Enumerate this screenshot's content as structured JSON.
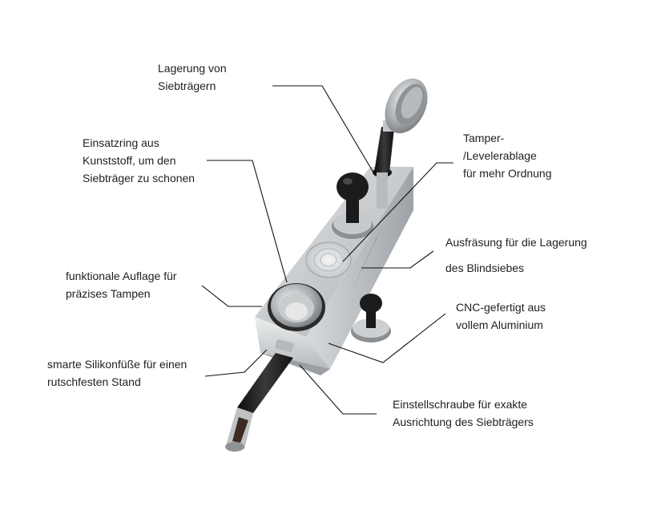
{
  "annotations": [
    {
      "id": "storage-portafilter",
      "lines": [
        "Lagerung von",
        "Siebträgern"
      ]
    },
    {
      "id": "insert-ring",
      "lines": [
        "Einsatzring aus",
        "Kunststoff, um den",
        "Siebträger zu schonen"
      ]
    },
    {
      "id": "tamper-tray",
      "lines": [
        "Tamper-",
        "/Levelerablage",
        "für mehr Ordnung"
      ]
    },
    {
      "id": "blind-basket-slot",
      "lines": [
        "Ausfräsung für die Lagerung",
        "des Blindsiebes"
      ]
    },
    {
      "id": "tamping-support",
      "lines": [
        "funktionale Auflage für",
        "präzises Tampen"
      ]
    },
    {
      "id": "cnc-aluminium",
      "lines": [
        "CNC-gefertigt aus",
        "vollem Aluminium"
      ]
    },
    {
      "id": "silicone-feet",
      "lines": [
        "smarte Silikonfüße für einen",
        "rutschfesten Stand"
      ]
    },
    {
      "id": "adjustment-screw",
      "lines": [
        "Einstellschraube für exakte",
        "Ausrichtung des Siebträgers"
      ]
    }
  ],
  "colors": {
    "background": "#ffffff",
    "text": "#1f1f1f",
    "leader_line": "#111111",
    "aluminium": "#c9ccce",
    "aluminium_dark": "#8d9296",
    "handle": "#1c1c1c",
    "chrome": "#b8bcbf"
  }
}
